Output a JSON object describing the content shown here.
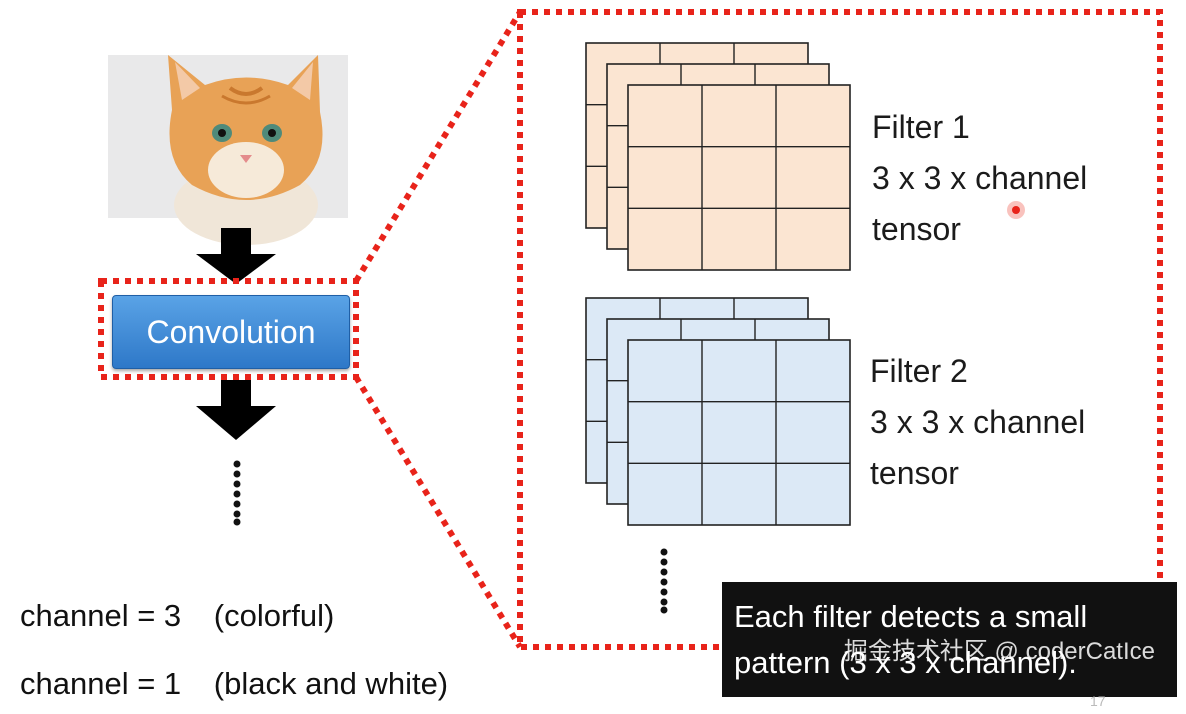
{
  "diagram": {
    "convolution_label": "Convolution",
    "filters": [
      {
        "title": "Filter 1",
        "shape": "3 x 3 x channel",
        "kind": "tensor",
        "color": "#fbe5d2"
      },
      {
        "title": "Filter 2",
        "shape": "3 x 3 x channel",
        "kind": "tensor",
        "color": "#dce9f6"
      }
    ],
    "channel_notes": [
      {
        "eq": "channel = 3",
        "desc": "(colorful)"
      },
      {
        "eq": "channel = 1",
        "desc": "(black and white)"
      }
    ],
    "caption": "Each filter detects a small pattern (3 x 3 x channel).",
    "watermark": "掘金技术社区 @ coderCatIce",
    "page_number": "17",
    "highlight_color": "#e8231a"
  }
}
